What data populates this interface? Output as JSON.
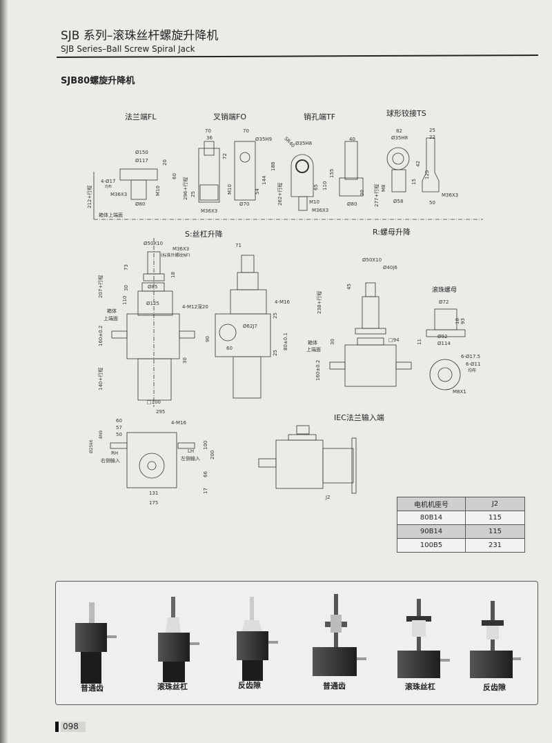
{
  "header": {
    "title_cn": "SJB 系列–滚珠丝杆螺旋升降机",
    "title_en": "SJB Series–Ball Screw Spiral Jack",
    "section": "SJB80螺旋升降机"
  },
  "ends": {
    "fl": {
      "title": "法兰端FL",
      "dims": [
        "Ø150",
        "Ø117",
        "20",
        "60",
        "4-Ø17",
        "均布",
        "M36X3",
        "M10",
        "Ø80",
        "212+行程",
        "箱体上端面"
      ]
    },
    "fo": {
      "title": "叉销端FO",
      "dims": [
        "70",
        "36",
        "72",
        "296+行程",
        "25",
        "M36X3",
        "70",
        "Ø35H9",
        "188",
        "144",
        "M10",
        "54",
        "Ø70"
      ]
    },
    "tf": {
      "title": "销孔端TF",
      "dims": [
        "SR40",
        "Ø35H8",
        "155",
        "110",
        "65",
        "262+行程",
        "M10",
        "M36X3",
        "40",
        "30",
        "Ø80"
      ]
    },
    "ts": {
      "title": "球形铰接TS",
      "dims": [
        "82",
        "Ø35H8",
        "42",
        "125",
        "15",
        "277+行程",
        "M8",
        "Ø58",
        "25",
        "22",
        "M36X3",
        "50"
      ]
    }
  },
  "s_view": {
    "title": "S:丝杠升降",
    "dims": [
      "Ø50X10",
      "M36X3",
      "(标准外螺纹NF)",
      "73",
      "18",
      "207+行程",
      "30",
      "Ø85",
      "110",
      "Ø125",
      "箱体",
      "上端面",
      "160±0.2",
      "30",
      "140+行程",
      "□100",
      "71",
      "4-M16",
      "4-M12深20",
      "Ø62J7",
      "25",
      "90",
      "60",
      "80±0.1",
      "25"
    ]
  },
  "r_view": {
    "title": "R:螺母升降",
    "dims": [
      "Ø50X10",
      "Ø40j6",
      "45",
      "238+行程",
      "30",
      "□94",
      "箱体",
      "上端面",
      "160±0.2"
    ]
  },
  "ball_nut": {
    "title": "滚珠螺母",
    "dims": [
      "Ø72",
      "18",
      "93",
      "11",
      "Ø92",
      "Ø114",
      "6-Ø17.5",
      "6-Ø11",
      "均布",
      "M8X1"
    ]
  },
  "base_view": {
    "dims": [
      "295",
      "60",
      "57",
      "50",
      "8N9",
      "Ø25k6",
      "4-M16",
      "RH",
      "右侧输入",
      "LH",
      "左侧输入",
      "100",
      "200",
      "66",
      "17",
      "131",
      "175"
    ]
  },
  "iec": {
    "title": "IEC法兰输入端",
    "dims": [
      "J2"
    ]
  },
  "motor_table": {
    "headers": [
      "电机机座号",
      "J2"
    ],
    "rows": [
      [
        "80B14",
        "115"
      ],
      [
        "90B14",
        "115"
      ],
      [
        "100B5",
        "231"
      ]
    ]
  },
  "products": [
    "普通齿",
    "滚珠丝杠",
    "反齿隙",
    "普通齿",
    "滚珠丝杠",
    "反齿隙"
  ],
  "page_number": "098",
  "colors": {
    "line": "#333333",
    "paper": "#ecebe8",
    "product": "#2a2a2a"
  }
}
